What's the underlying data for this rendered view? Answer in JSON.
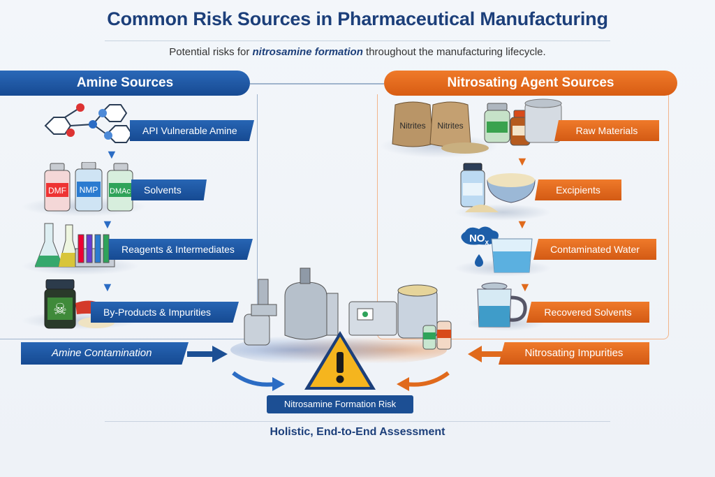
{
  "title": "Common Risk Sources in Pharmaceutical Manufacturing",
  "subtitle": {
    "prefix": "Potential risks for ",
    "emphasis": "nitrosamine formation",
    "suffix": " throughout the manufacturing lifecycle."
  },
  "left": {
    "header": "Amine Sources",
    "items": [
      {
        "label": "API Vulnerable Amine",
        "icon": "molecule-icon"
      },
      {
        "label": "Solvents",
        "icon": "solvent-bottles-icon",
        "bottles": [
          "DMF",
          "NMP",
          "DMAc"
        ]
      },
      {
        "label": "Reagents & Intermediates",
        "icon": "lab-glassware-icon"
      },
      {
        "label": "By-Products & Impurities",
        "icon": "toxic-jar-icon"
      }
    ],
    "flow_label": "Amine Contamination"
  },
  "right": {
    "header": "Nitrosating Agent Sources",
    "items": [
      {
        "label": "Raw Materials",
        "icon": "nitrite-sacks-icon",
        "sack_text": [
          "Nitrites",
          "Nitrites"
        ]
      },
      {
        "label": "Excipients",
        "icon": "excipient-powder-icon"
      },
      {
        "label": "Contaminated Water",
        "icon": "water-beaker-icon",
        "cloud_text": "NO",
        "cloud_sub": "x"
      },
      {
        "label": "Recovered Solvents",
        "icon": "solvent-mug-icon"
      }
    ],
    "flow_label": "Nitrosating Impurities"
  },
  "center": {
    "risk_label": "Nitrosamine Formation Risk",
    "icon": "warning-triangle-icon"
  },
  "footer": "Holistic, End-to-End Assessment",
  "colors": {
    "blue": "#1c4f94",
    "orange": "#e06a1c",
    "title": "#1c3f7a"
  }
}
